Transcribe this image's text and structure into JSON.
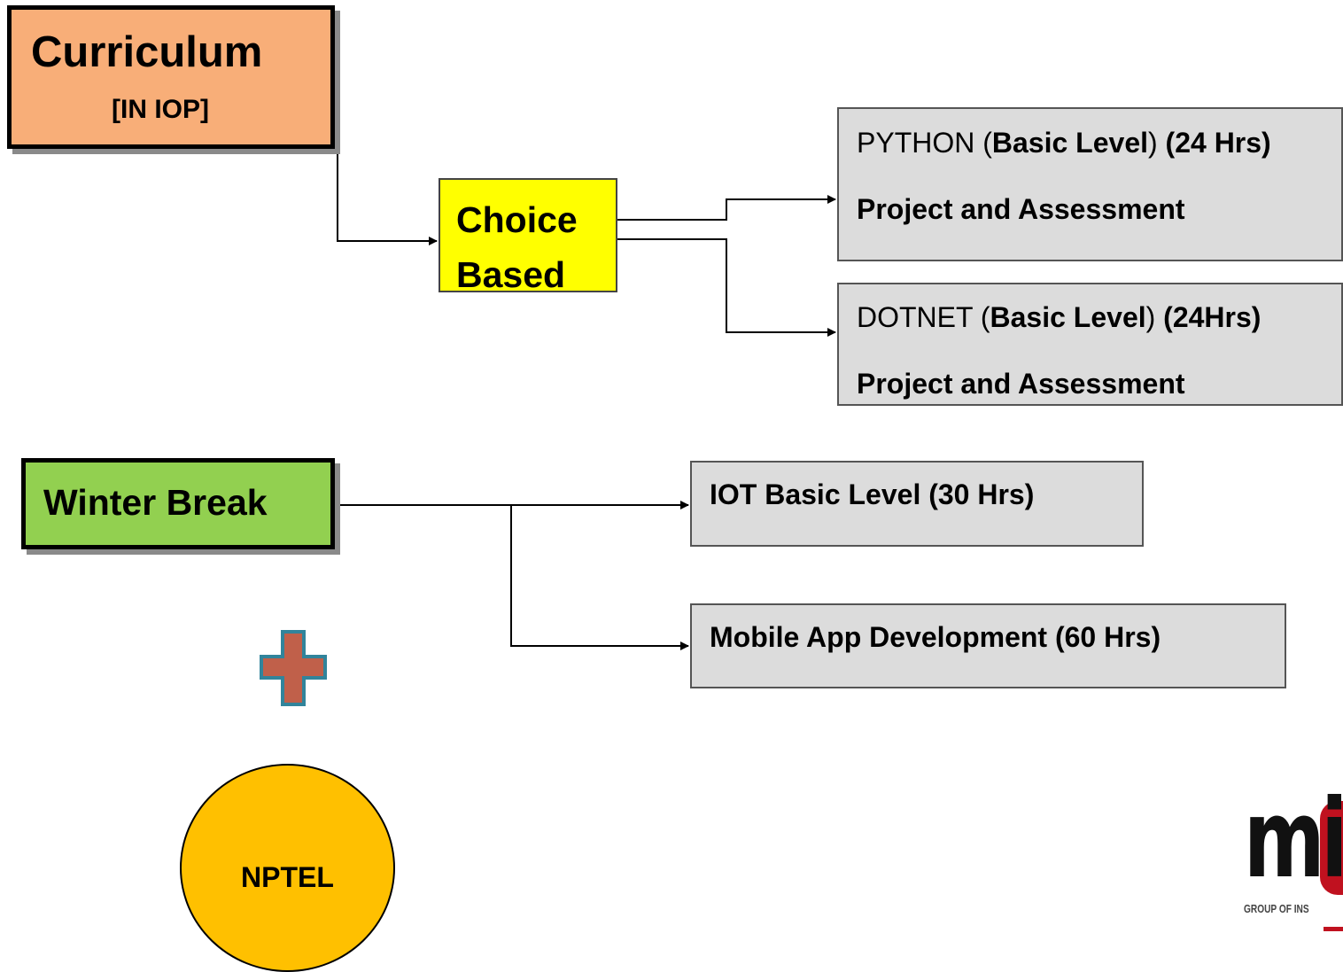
{
  "curriculum": {
    "title": "Curriculum",
    "subtitle": "[IN IOP]"
  },
  "choice": {
    "line1": "Choice",
    "line2": "Based"
  },
  "python": {
    "name": "PYTHON (",
    "level": "Basic Level",
    "close": ")",
    "hours": "(24 Hrs)",
    "project": "Project  and  Assessment"
  },
  "dotnet": {
    "name": "DOTNET (",
    "level": "Basic Level",
    "close": ")",
    "hours": "(24Hrs)",
    "project": "Project  and  Assessment"
  },
  "winter": {
    "title": "Winter Break"
  },
  "iot": {
    "label": "IOT Basic Level (30 Hrs)"
  },
  "mobile": {
    "label": "Mobile App Development (60 Hrs)"
  },
  "nptel": {
    "label": "NPTEL"
  },
  "logo": {
    "mark": "mi",
    "tagline": "GROUP OF INS"
  },
  "colors": {
    "curriculum": "#f8ae78",
    "choice": "#ffff00",
    "winter": "#92d050",
    "grey_box": "#dcdcdc",
    "plus_fill": "#c0604a",
    "plus_stroke": "#31849b",
    "nptel": "#ffc000"
  }
}
